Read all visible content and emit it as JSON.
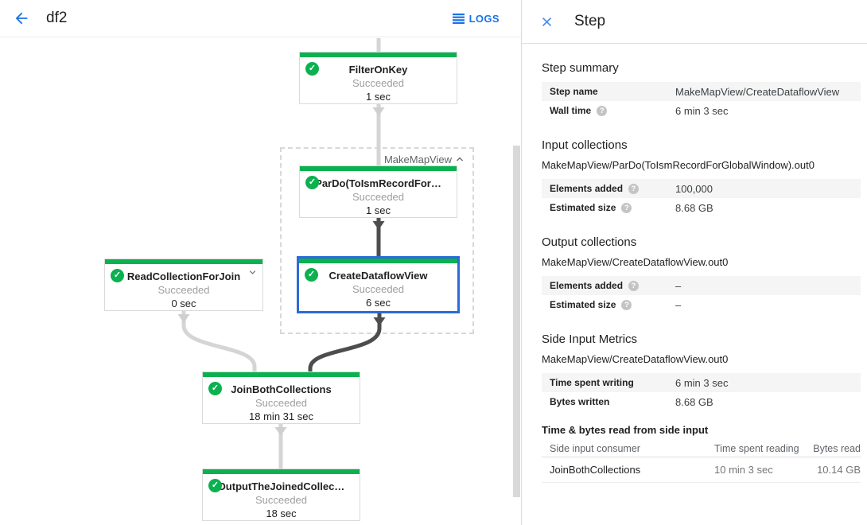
{
  "header": {
    "title": "df2",
    "logs_button": "LOGS"
  },
  "graph": {
    "group": {
      "label": "MakeMapView"
    },
    "nodes": [
      {
        "title": "FilterOnKey",
        "status": "Succeeded",
        "time": "1 sec"
      },
      {
        "title": "ParDo(ToIsmRecordFor…",
        "status": "Succeeded",
        "time": "1 sec"
      },
      {
        "title": "CreateDataflowView",
        "status": "Succeeded",
        "time": "6 sec",
        "selected": true
      },
      {
        "title": "ReadCollectionForJoin",
        "status": "Succeeded",
        "time": "0 sec"
      },
      {
        "title": "JoinBothCollections",
        "status": "Succeeded",
        "time": "18 min 31 sec"
      },
      {
        "title": "OutputTheJoinedCollec…",
        "status": "Succeeded",
        "time": "18 sec"
      }
    ]
  },
  "panel": {
    "title": "Step",
    "step_summary": {
      "heading": "Step summary",
      "rows": [
        {
          "label": "Step name",
          "value": "MakeMapView/CreateDataflowView"
        },
        {
          "label": "Wall time",
          "value": "6 min 3 sec"
        }
      ]
    },
    "input_collections": {
      "heading": "Input collections",
      "collection": "MakeMapView/ParDo(ToIsmRecordForGlobalWindow).out0",
      "rows": [
        {
          "label": "Elements added",
          "value": "100,000"
        },
        {
          "label": "Estimated size",
          "value": "8.68 GB"
        }
      ]
    },
    "output_collections": {
      "heading": "Output collections",
      "collection": "MakeMapView/CreateDataflowView.out0",
      "rows": [
        {
          "label": "Elements added",
          "value": "–"
        },
        {
          "label": "Estimated size",
          "value": "–"
        }
      ]
    },
    "side_input_metrics": {
      "heading": "Side Input Metrics",
      "collection": "MakeMapView/CreateDataflowView.out0",
      "rows": [
        {
          "label": "Time spent writing",
          "value": "6 min 3 sec"
        },
        {
          "label": "Bytes written",
          "value": "8.68 GB"
        }
      ]
    },
    "side_input_table": {
      "heading": "Time & bytes read from side input",
      "columns": [
        "Side input consumer",
        "Time spent reading",
        "Bytes read"
      ],
      "rows": [
        [
          "JoinBothCollections",
          "10 min 3 sec",
          "10.14 GB"
        ]
      ]
    }
  },
  "icons": {
    "back": "arrow-left",
    "logs": "list-lines",
    "close": "x",
    "node_success": "check-circle",
    "help": "question-circle",
    "group_collapse": "chevron-up",
    "node_expand": "chevron-down"
  },
  "colors": {
    "accent_blue": "#1a73e8",
    "selected_node_blue": "#2a6bd8",
    "success_green": "#0bb14f",
    "edge_light": "#d5d5d5",
    "edge_dark": "#4d4d4d"
  }
}
